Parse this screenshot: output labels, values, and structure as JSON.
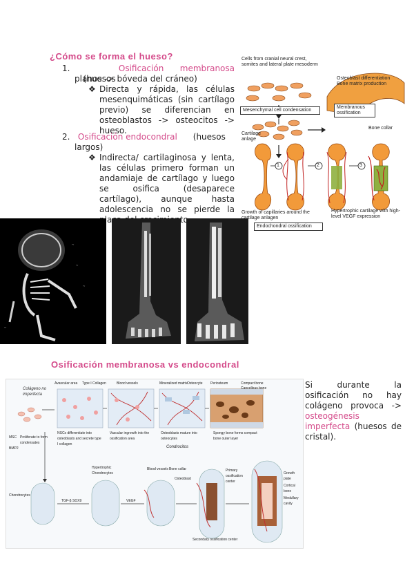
{
  "section1": {
    "title": "¿Cómo se forma el hueso?",
    "item1_num": "1.",
    "item1_term": "Osificación membranosa",
    "item1_rest1": "(huesos",
    "item1_rest2": "planos -> bóveda del cráneo)",
    "item1_bullet": "Directa y rápida, las células mesenquimáticas (sin cartílago previo) se diferencian en osteoblastos -> osteocitos -> hueso.",
    "item2_num": "2.",
    "item2_term": "Osificación endocondral",
    "item2_rest1": "(huesos",
    "item2_rest2": "largos)",
    "item2_bullet": "Indirecta/ cartilaginosa y lenta, las células primero forman un andamiaje de cartílago y luego se osifica (desaparece cartílago), aunque hasta adolescencia no se pierde la placa del crecimiento."
  },
  "diagram1": {
    "top_label": "Cells from cranial neural crest, somites and lateral plate mesoderm",
    "osteoblast_label": "Osteoblast differentiation Bone matrix production",
    "mesenchymal_label": "Mesenchymal cell condensation",
    "membranous_label": "Membranous ossification",
    "cartilage_label": "Cartilage anlage",
    "bone_collar_label": "Bone collar",
    "step1": "1",
    "step2": "2",
    "step3": "3",
    "growth_label": "Growth of capillaries around the cartilage anlagen",
    "hypertrophic_label": "Hypertrophic cartilage with high-level VEGF expression",
    "endochondral_label": "Endochondral ossification"
  },
  "section2": {
    "title": "Osificación membranosa vs endocondral"
  },
  "side_note": {
    "text_before": "Si durante la osificación no hay colágeno provoca ->",
    "term": "osteogénesis imperfecta",
    "text_after": "(huesos de cristal)."
  },
  "diagram2": {
    "labels_top": [
      "Avascular area",
      "Type I Collagen",
      "Blood vessels",
      "Mineralized matrix",
      "Osteocyte",
      "Periosteum",
      "Compact bone",
      "Cancellous bone"
    ],
    "msc": "MSC",
    "proliferate": "Proliferate to form condensates",
    "nsc_label": "NSCs differentiate into osteoblasts and secrete type I collagen",
    "vascular_label": "Vascular ingrowth into the ossification area",
    "osteocyte_label": "Osteoblasts mature into osteocytes",
    "compact_label": "Spongy bone forms compact bone outer layer",
    "chondrocytes": "Chondrocytes",
    "hypertrophic": "Hypertrophic Chondrocytes",
    "blood_vessels": "Blood vessels",
    "bone_collar": "Bone collar",
    "osteoblast": "Osteoblast",
    "primary_center": "Primary ossification center",
    "growth_plate": "Growth plate",
    "cortical": "Cortical bone",
    "marrow": "Medullary cavity",
    "secondary_center": "Secondary ossification center",
    "tgf": "TGF-β",
    "sox9": "SOX9",
    "vegf": "VEGF",
    "bmp": "BMP2",
    "handwritten1": "Colágeno no imperfecta",
    "handwritten2": "Condrocitos"
  }
}
